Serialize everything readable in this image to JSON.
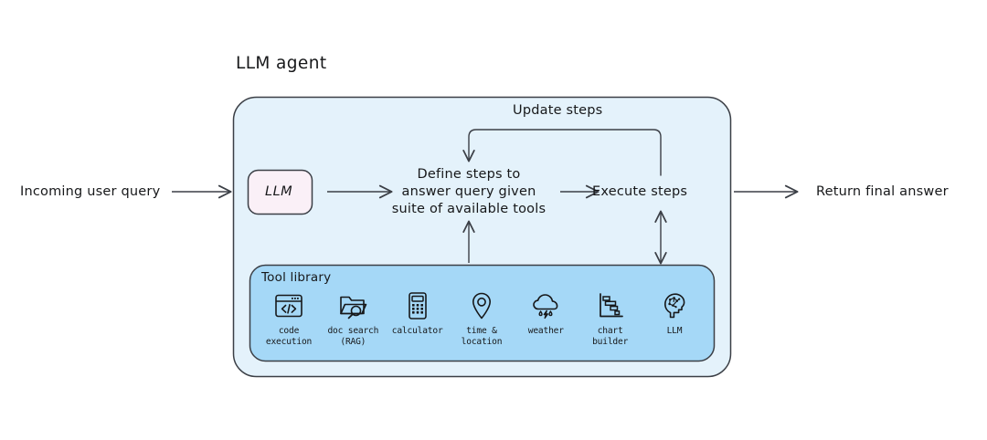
{
  "diagram": {
    "title": "LLM agent",
    "input_label": "Incoming user query",
    "output_label": "Return final answer",
    "colors": {
      "agent_panel_fill": "#e4f2fb",
      "tool_library_fill": "#a5d8f7",
      "llm_box_fill": "#faf0f7",
      "stroke": "#3b3f46",
      "text": "#17181a"
    },
    "nodes": {
      "llm_box": "LLM",
      "define_steps": "Define steps to\nanswer query given\nsuite of available tools",
      "execute_steps": "Execute steps",
      "update_steps": "Update steps"
    },
    "tool_library": {
      "title": "Tool library",
      "tools": [
        {
          "icon": "code-execution-icon",
          "label": "code\nexecution"
        },
        {
          "icon": "doc-search-icon",
          "label": "doc search\n(RAG)"
        },
        {
          "icon": "calculator-icon",
          "label": "calculator"
        },
        {
          "icon": "time-location-icon",
          "label": "time &\nlocation"
        },
        {
          "icon": "weather-icon",
          "label": "weather"
        },
        {
          "icon": "chart-builder-icon",
          "label": "chart\nbuilder"
        },
        {
          "icon": "llm-icon",
          "label": "LLM"
        }
      ]
    }
  }
}
